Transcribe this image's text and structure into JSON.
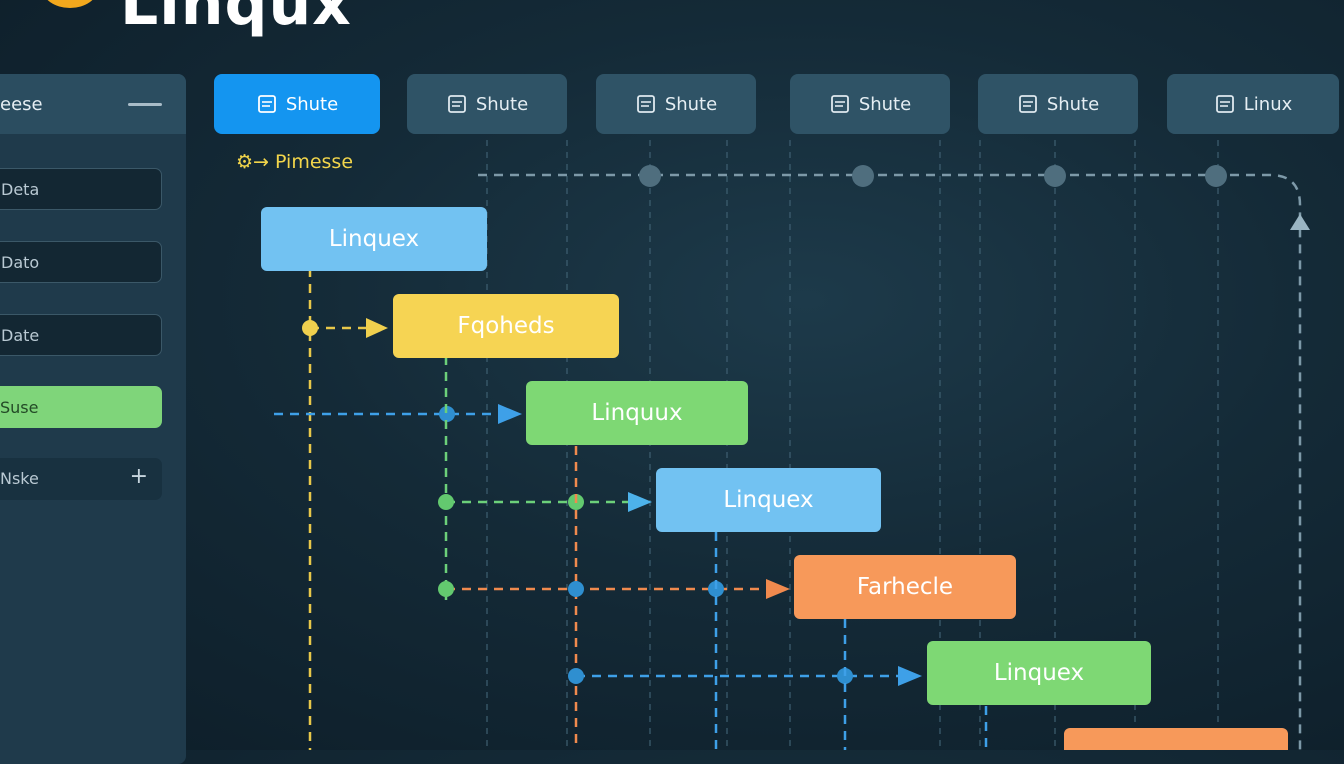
{
  "app": {
    "title": "Linqux"
  },
  "sidebar": {
    "title": "eese",
    "fields": [
      "Deta",
      "Dato",
      "Date"
    ],
    "active_item": "Suse",
    "add_row_label": "Nske",
    "add_symbol": "+"
  },
  "tabs": [
    {
      "label": "Shute",
      "active": true
    },
    {
      "label": "Shute",
      "active": false
    },
    {
      "label": "Shute",
      "active": false
    },
    {
      "label": "Shute",
      "active": false
    },
    {
      "label": "Shute",
      "active": false
    },
    {
      "label": "Linux",
      "active": false
    }
  ],
  "section": {
    "label": "Pimesse"
  },
  "tasks": [
    {
      "label": "Linquex",
      "color": "blue"
    },
    {
      "label": "Fqoheds",
      "color": "yellow"
    },
    {
      "label": "Linquux",
      "color": "green"
    },
    {
      "label": "Linquex",
      "color": "blue"
    },
    {
      "label": "Farhecle",
      "color": "orange"
    },
    {
      "label": "Linquex",
      "color": "green"
    },
    {
      "label": "",
      "color": "orange"
    }
  ],
  "colors": {
    "accent": "#1495f0",
    "blue": "#72c2f2",
    "yellow": "#f6d453",
    "green": "#7ed874",
    "orange": "#f7995a"
  }
}
